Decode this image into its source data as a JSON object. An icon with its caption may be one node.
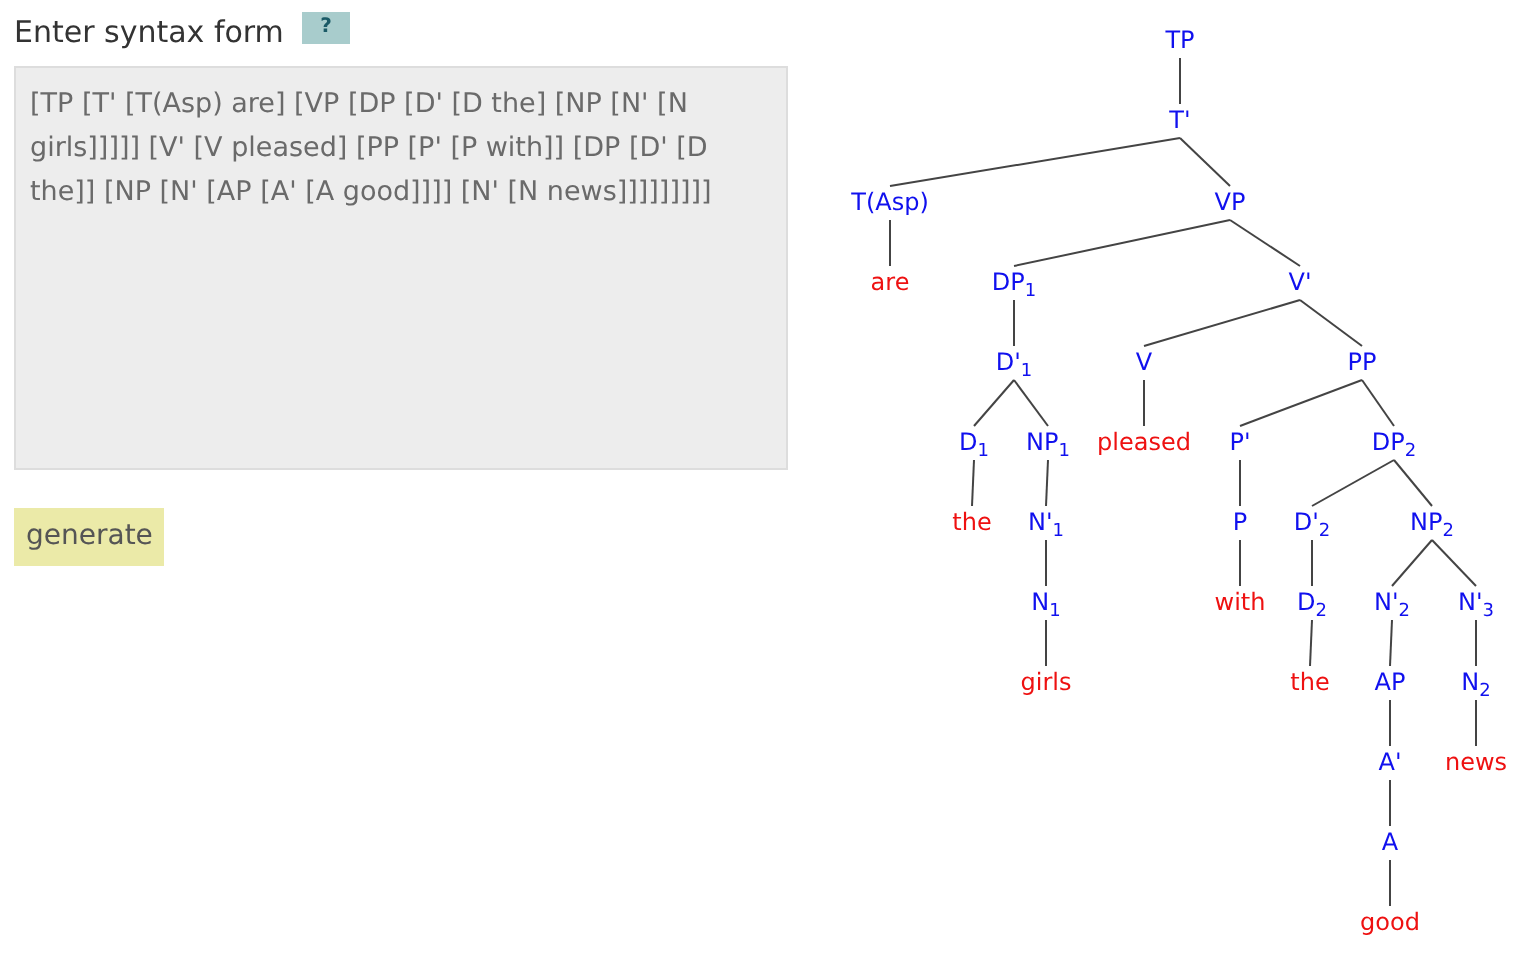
{
  "diagram": {
    "nodes": [
      {
        "text": [
          "TP"
        ]
      },
      {
        "text": [
          "T'"
        ]
      },
      {
        "text": [
          "T(Asp)"
        ]
      },
      {
        "text": [
          "VP"
        ]
      },
      {
        "text": [
          "are"
        ]
      },
      {
        "text": [
          "DP$_{1}$"
        ]
      },
      {
        "text": [
          "V'"
        ]
      },
      {
        "text": [
          "D'$_{1}$"
        ]
      },
      {
        "text": [
          "V"
        ]
      },
      {
        "text": [
          "PP"
        ]
      },
      {
        "text": [
          "D$_{1}$"
        ]
      },
      {
        "text": [
          "NP$_{1}$"
        ]
      },
      {
        "text": [
          "pleased"
        ]
      },
      {
        "text": [
          "P'"
        ]
      },
      {
        "text": [
          "DP$_{2}$"
        ]
      },
      {
        "text": [
          "the"
        ]
      },
      {
        "text": [
          "N'$_{1}$"
        ]
      },
      {
        "text": [
          "P"
        ]
      },
      {
        "text": [
          "D'$_{2}$"
        ]
      },
      {
        "text": [
          "NP$_{2}$"
        ]
      },
      {
        "text": [
          "N$_{1}$"
        ]
      },
      {
        "text": [
          "with"
        ]
      },
      {
        "text": [
          "D$_{2}$"
        ]
      },
      {
        "text": [
          "N'$_{2}$"
        ]
      },
      {
        "text": [
          "N'$_{3}$"
        ]
      },
      {
        "text": [
          "girls"
        ]
      },
      {
        "text": [
          "the"
        ]
      },
      {
        "text": [
          "AP"
        ]
      },
      {
        "text": [
          "N$_{2}$"
        ]
      },
      {
        "text": [
          "A'"
        ]
      },
      {
        "text": [
          "news"
        ]
      },
      {
        "text": [
          "A"
        ]
      },
      {
        "text": [
          "good"
        ]
      }
    ],
    "edges": [
      {
        "from": 0,
        "to": 1,
        "arrow": "none"
      },
      {
        "from": 1,
        "to": 2,
        "arrow": "none"
      },
      {
        "from": 1,
        "to": 3,
        "arrow": "none"
      },
      {
        "from": 2,
        "to": 4,
        "arrow": "none"
      },
      {
        "from": 3,
        "to": 5,
        "arrow": "none"
      },
      {
        "from": 3,
        "to": 6,
        "arrow": "none"
      },
      {
        "from": 5,
        "to": 7,
        "arrow": "none"
      },
      {
        "from": 6,
        "to": 8,
        "arrow": "none"
      },
      {
        "from": 6,
        "to": 9,
        "arrow": "none"
      },
      {
        "from": 7,
        "to": 10,
        "arrow": "none"
      },
      {
        "from": 7,
        "to": 11,
        "arrow": "none"
      },
      {
        "from": 8,
        "to": 12,
        "arrow": "none"
      },
      {
        "from": 9,
        "to": 13,
        "arrow": "none"
      },
      {
        "from": 9,
        "to": 14,
        "arrow": "none"
      },
      {
        "from": 10,
        "to": 15,
        "arrow": "none"
      },
      {
        "from": 11,
        "to": 16,
        "arrow": "none"
      },
      {
        "from": 13,
        "to": 17,
        "arrow": "none"
      },
      {
        "from": 14,
        "to": 18,
        "arrow": "none"
      },
      {
        "from": 14,
        "to": 19,
        "arrow": "none"
      },
      {
        "from": 16,
        "to": 20,
        "arrow": "none"
      },
      {
        "from": 17,
        "to": 21,
        "arrow": "none"
      },
      {
        "from": 18,
        "to": 22,
        "arrow": "none"
      },
      {
        "from": 19,
        "to": 23,
        "arrow": "none"
      },
      {
        "from": 19,
        "to": 24,
        "arrow": "none"
      },
      {
        "from": 20,
        "to": 25,
        "arrow": "none"
      },
      {
        "from": 22,
        "to": 26,
        "arrow": "none"
      },
      {
        "from": 23,
        "to": 27,
        "arrow": "none"
      },
      {
        "from": 24,
        "to": 28,
        "arrow": "none"
      },
      {
        "from": 27,
        "to": 29,
        "arrow": "none"
      },
      {
        "from": 28,
        "to": 30,
        "arrow": "none"
      },
      {
        "from": 29,
        "to": 31,
        "arrow": "none"
      },
      {
        "from": 31,
        "to": 32,
        "arrow": "none"
      }
    ],
    "labels": [
      "Enter syntax form",
      "?",
      "[TP [T' [T(Asp) are] [VP [DP [D' [D the] [NP [N' [N girls]]]]] [V' [V pleased] [PP [P' [P with]] [DP [D' [D the]] [NP [N' [AP [A' [A good]]]] [N' [N news]]]]]]]]]",
      "generate"
    ]
  }
}
